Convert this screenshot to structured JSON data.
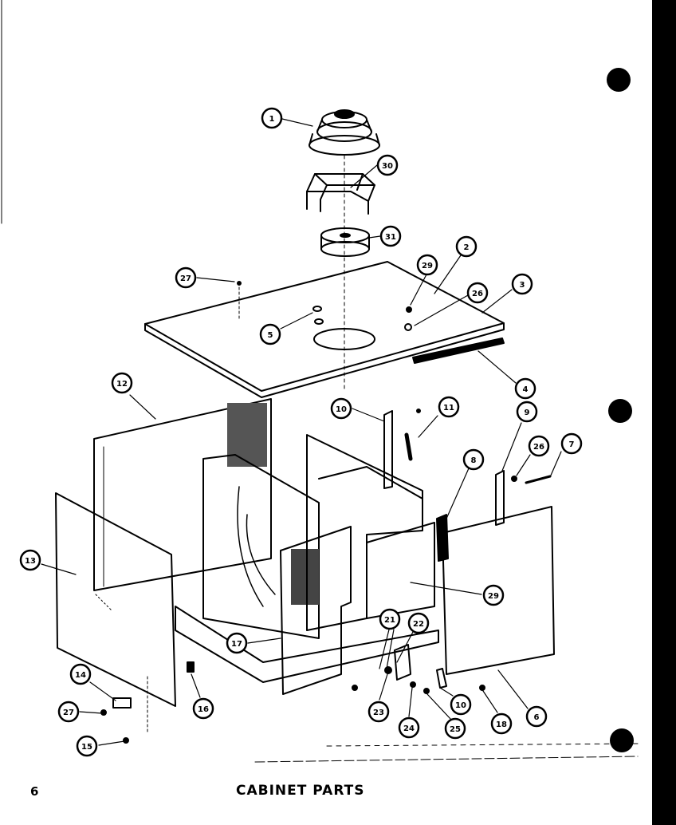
{
  "page": {
    "number": "6",
    "caption": "CABINET PARTS"
  },
  "callouts": [
    {
      "id": "c1",
      "label": "1"
    },
    {
      "id": "c30",
      "label": "30"
    },
    {
      "id": "c31",
      "label": "31"
    },
    {
      "id": "c2",
      "label": "2"
    },
    {
      "id": "c29a",
      "label": "29"
    },
    {
      "id": "c3",
      "label": "3"
    },
    {
      "id": "c27a",
      "label": "27"
    },
    {
      "id": "c26a",
      "label": "26"
    },
    {
      "id": "c5",
      "label": "5"
    },
    {
      "id": "c4",
      "label": "4"
    },
    {
      "id": "c12",
      "label": "12"
    },
    {
      "id": "c10a",
      "label": "10"
    },
    {
      "id": "c11",
      "label": "11"
    },
    {
      "id": "c9",
      "label": "9"
    },
    {
      "id": "c26b",
      "label": "26"
    },
    {
      "id": "c7",
      "label": "7"
    },
    {
      "id": "c8",
      "label": "8"
    },
    {
      "id": "c13",
      "label": "13"
    },
    {
      "id": "c29b",
      "label": "29"
    },
    {
      "id": "c21",
      "label": "21"
    },
    {
      "id": "c22",
      "label": "22"
    },
    {
      "id": "c17",
      "label": "17"
    },
    {
      "id": "c14",
      "label": "14"
    },
    {
      "id": "c16",
      "label": "16"
    },
    {
      "id": "c27b",
      "label": "27"
    },
    {
      "id": "c23",
      "label": "23"
    },
    {
      "id": "c10b",
      "label": "10"
    },
    {
      "id": "c24",
      "label": "24"
    },
    {
      "id": "c25",
      "label": "25"
    },
    {
      "id": "c18",
      "label": "18"
    },
    {
      "id": "c6",
      "label": "6"
    },
    {
      "id": "c15",
      "label": "15"
    }
  ]
}
